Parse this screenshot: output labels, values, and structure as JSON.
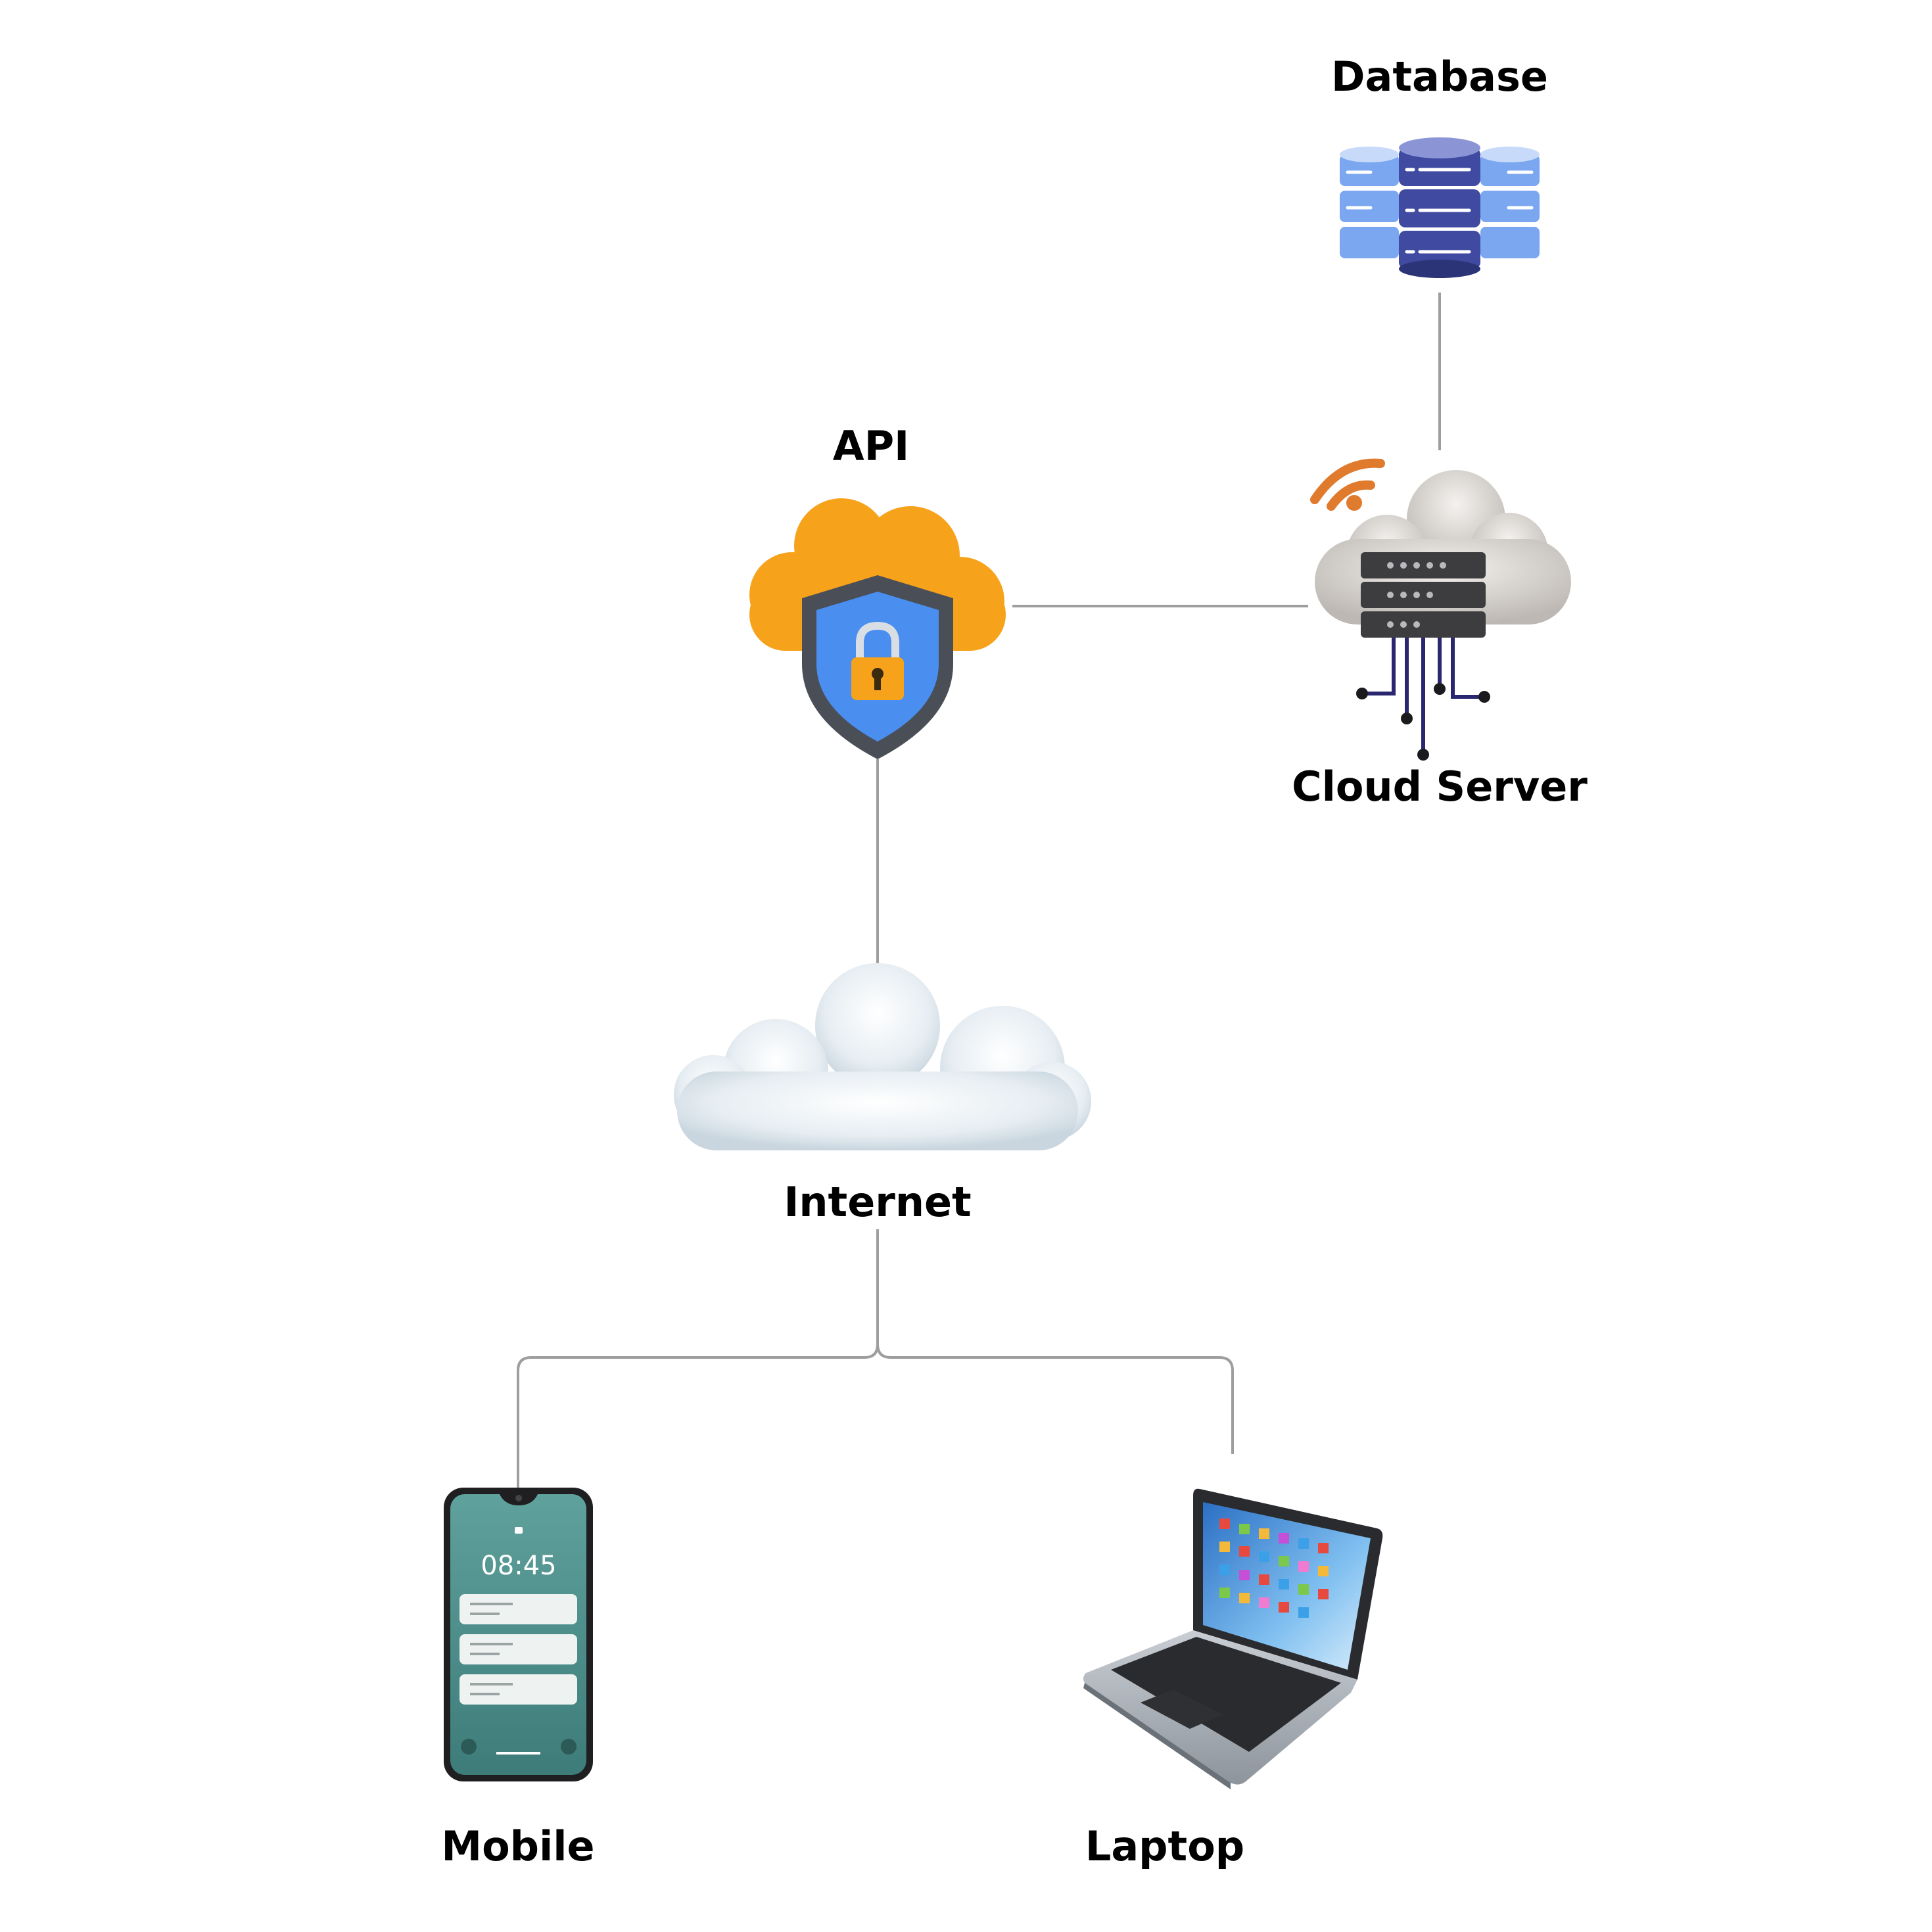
{
  "diagram": {
    "nodes": {
      "database": {
        "label": "Database",
        "icon": "database-icon"
      },
      "api": {
        "label": "API",
        "icon": "cloud-shield-lock-icon"
      },
      "cloud_server": {
        "label": "Cloud Server",
        "icon": "cloud-server-icon"
      },
      "internet": {
        "label": "Internet",
        "icon": "cloud-icon"
      },
      "mobile": {
        "label": "Mobile",
        "icon": "smartphone-icon",
        "screen_time": "08:45"
      },
      "laptop": {
        "label": "Laptop",
        "icon": "laptop-icon"
      }
    },
    "edges": [
      {
        "from": "database",
        "to": "cloud_server"
      },
      {
        "from": "api",
        "to": "cloud_server"
      },
      {
        "from": "api",
        "to": "internet"
      },
      {
        "from": "internet",
        "to": "mobile"
      },
      {
        "from": "internet",
        "to": "laptop"
      }
    ],
    "colors": {
      "connector": "#9e9e9e",
      "label": "#000000",
      "api_cloud": "#f7a21b",
      "api_shield": "#4a8ef0",
      "database_primary": "#3f4aa0",
      "database_secondary": "#7aa7f0",
      "wifi": "#e07a2c",
      "phone_screen": "#5f9e9a",
      "laptop_screen": "#3d8fd6"
    }
  }
}
